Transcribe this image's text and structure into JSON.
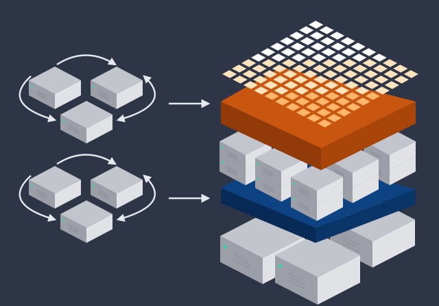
{
  "diagram": {
    "background": "#2e3547",
    "colors": {
      "server_top": "#c2c5cc",
      "server_left": "#9c9fa7",
      "server_right": "#e0e2e6",
      "server_vent": "#8b8e96",
      "server_led": "#3fd0a8",
      "orange_layer_top": "#c8560f",
      "orange_layer_front": "#933a09",
      "orange_layer_side": "#a94508",
      "blue_layer_top": "#0d4283",
      "blue_layer_front": "#072a57",
      "blue_layer_side": "#093569",
      "tile_light": "#ffffff",
      "tile_warm": "#ffe3bc",
      "tile_glow": "#ffb56a",
      "arrow": "#e6e8ee"
    },
    "left_groups": [
      {
        "name": "upper-cluster",
        "server_count": 3,
        "target_layer": "orange-compute-layer"
      },
      {
        "name": "lower-cluster",
        "server_count": 3,
        "target_layer": "blue-network-layer"
      }
    ],
    "stack": {
      "tile_grid": {
        "rows": 10,
        "cols": 10
      },
      "layers_top_to_bottom": [
        "tile-grid",
        "orange-compute-layer",
        "server-row",
        "blue-network-layer",
        "server-row"
      ]
    }
  }
}
